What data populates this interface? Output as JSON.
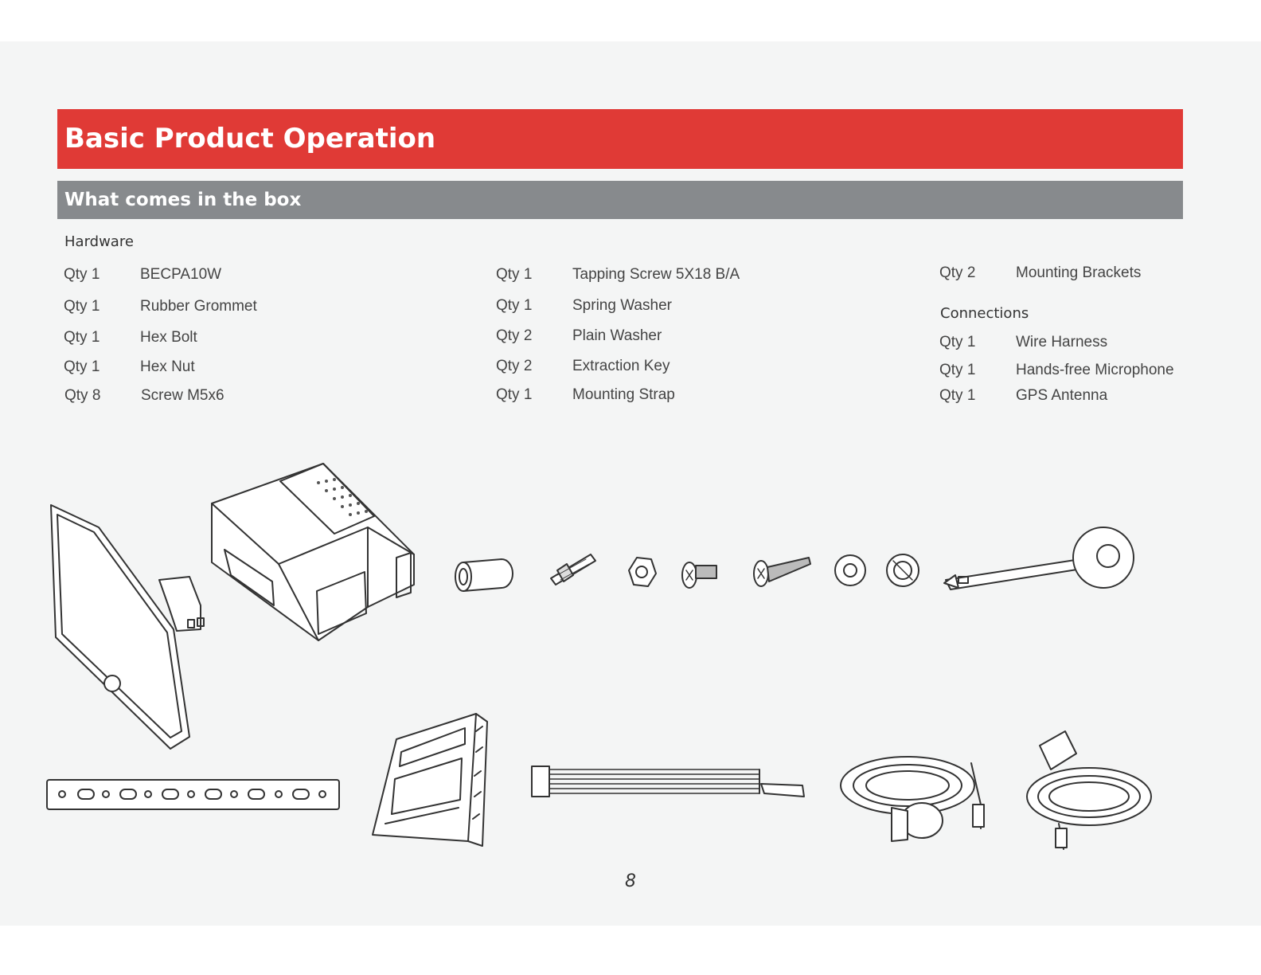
{
  "title": "Basic Product Operation",
  "subtitle": "What comes in the box",
  "hardware_heading": "Hardware",
  "connections_heading": "Connections",
  "hardware_col1": [
    {
      "qty": "Qty 1",
      "name": "BECPA10W"
    },
    {
      "qty": "Qty 1",
      "name": "Rubber Grommet"
    },
    {
      "qty": "Qty 1",
      "name": "Hex Bolt"
    },
    {
      "qty": "Qty 1",
      "name": "Hex Nut"
    },
    {
      "qty": "Qty 8",
      "name": "Screw M5x6"
    }
  ],
  "hardware_col2": [
    {
      "qty": "Qty 1",
      "name": "Tapping Screw 5X18 B/A"
    },
    {
      "qty": "Qty 1",
      "name": "Spring Washer"
    },
    {
      "qty": "Qty 2",
      "name": "Plain Washer"
    },
    {
      "qty": "Qty 2",
      "name": "Extraction Key"
    },
    {
      "qty": "Qty 1",
      "name": "Mounting Strap"
    }
  ],
  "hardware_col3": [
    {
      "qty": "Qty 2",
      "name": "Mounting Brackets"
    }
  ],
  "connections": [
    {
      "qty": "Qty 1",
      "name": "Wire Harness"
    },
    {
      "qty": "Qty 1",
      "name": "Hands-free Microphone"
    },
    {
      "qty": "Qty 1",
      "name": "GPS Antenna"
    }
  ],
  "page_number": "8",
  "colors": {
    "title_bar": "#e03a36",
    "subtitle_bar": "#878a8d"
  }
}
